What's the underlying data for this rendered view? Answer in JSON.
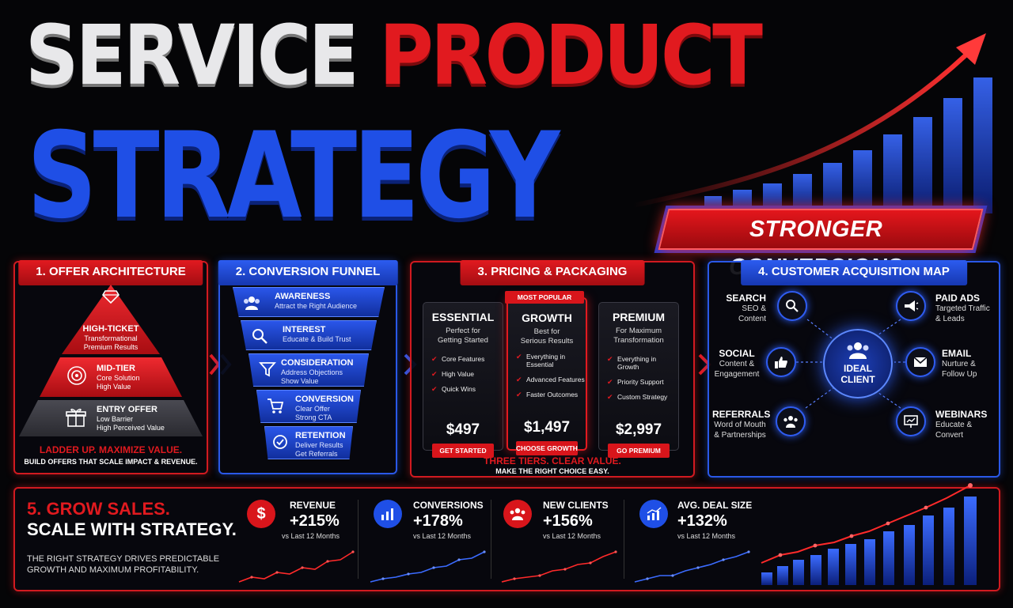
{
  "title": {
    "word1": "SERVICE",
    "word2": "PRODUCT",
    "word3": "STRATEGY"
  },
  "banner": "STRONGER CONVERSIONS",
  "colors": {
    "red": "#e11a1f",
    "blue": "#2a58e8",
    "background": "#050507"
  },
  "offer": {
    "title": "1. OFFER ARCHITECTURE",
    "tiers": [
      {
        "name": "HIGH-TICKET",
        "desc1": "Transformational",
        "desc2": "Premium Results",
        "icon": "diamond-icon"
      },
      {
        "name": "MID-TIER",
        "desc1": "Core Solution",
        "desc2": "High Value",
        "icon": "target-icon"
      },
      {
        "name": "ENTRY OFFER",
        "desc1": "Low Barrier",
        "desc2": "High Perceived Value",
        "icon": "gift-icon"
      }
    ],
    "tagline": "LADDER UP. MAXIMIZE VALUE.",
    "subline": "BUILD OFFERS THAT SCALE IMPACT & REVENUE."
  },
  "funnel": {
    "title": "2. CONVERSION FUNNEL",
    "steps": [
      {
        "name": "AWARENESS",
        "desc1": "Attract the Right Audience",
        "desc2": "",
        "icon": "people-icon"
      },
      {
        "name": "INTEREST",
        "desc1": "Educate & Build Trust",
        "desc2": "",
        "icon": "search-icon"
      },
      {
        "name": "CONSIDERATION",
        "desc1": "Address Objections",
        "desc2": "Show Value",
        "icon": "filter-icon"
      },
      {
        "name": "CONVERSION",
        "desc1": "Clear Offer",
        "desc2": "Strong CTA",
        "icon": "cart-icon"
      },
      {
        "name": "RETENTION",
        "desc1": "Deliver Results",
        "desc2": "Get Referrals",
        "icon": "check-circle-icon"
      }
    ]
  },
  "pricing": {
    "title": "3. PRICING & PACKAGING",
    "popular_tag": "MOST POPULAR",
    "tiers": [
      {
        "name": "ESSENTIAL",
        "sub1": "Perfect for",
        "sub2": "Getting Started",
        "features": [
          "Core Features",
          "High Value",
          "Quick Wins"
        ],
        "price": "$497",
        "cta": "GET STARTED"
      },
      {
        "name": "GROWTH",
        "sub1": "Best for",
        "sub2": "Serious Results",
        "features": [
          "Everything in Essential",
          "Advanced Features",
          "Faster Outcomes"
        ],
        "price": "$1,497",
        "cta": "CHOOSE GROWTH"
      },
      {
        "name": "PREMIUM",
        "sub1": "For Maximum",
        "sub2": "Transformation",
        "features": [
          "Everything in Growth",
          "Priority Support",
          "Custom Strategy"
        ],
        "price": "$2,997",
        "cta": "GO PREMIUM"
      }
    ],
    "tagline": "THREE TIERS. CLEAR VALUE.",
    "subline": "MAKE THE RIGHT CHOICE EASY."
  },
  "acquisition": {
    "title": "4. CUSTOMER ACQUISITION MAP",
    "hub1": "IDEAL",
    "hub2": "CLIENT",
    "channels": [
      {
        "name": "SEARCH",
        "d1": "SEO & Content",
        "d2": "",
        "icon": "magnifier-icon"
      },
      {
        "name": "SOCIAL",
        "d1": "Content &",
        "d2": "Engagement",
        "icon": "thumbs-up-icon"
      },
      {
        "name": "REFERRALS",
        "d1": "Word of Mouth",
        "d2": "& Partnerships",
        "icon": "group-icon"
      },
      {
        "name": "PAID ADS",
        "d1": "Targeted Traffic",
        "d2": "& Leads",
        "icon": "megaphone-icon"
      },
      {
        "name": "EMAIL",
        "d1": "Nurture &",
        "d2": "Follow Up",
        "icon": "envelope-icon"
      },
      {
        "name": "WEBINARS",
        "d1": "Educate &",
        "d2": "Convert",
        "icon": "presentation-icon"
      }
    ]
  },
  "growth": {
    "head1": "5. GROW SALES.",
    "head2": "SCALE WITH STRATEGY.",
    "body1": "THE RIGHT STRATEGY DRIVES PREDICTABLE",
    "body2": "GROWTH AND MAXIMUM PROFITABILITY.",
    "stats": [
      {
        "label": "REVENUE",
        "value": "+215%",
        "sub": "vs Last 12 Months",
        "icon": "dollar-icon"
      },
      {
        "label": "CONVERSIONS",
        "value": "+178%",
        "sub": "vs Last 12 Months",
        "icon": "bar-chart-icon"
      },
      {
        "label": "NEW CLIENTS",
        "value": "+156%",
        "sub": "vs Last 12 Months",
        "icon": "people-icon"
      },
      {
        "label": "AVG. DEAL SIZE",
        "value": "+132%",
        "sub": "vs Last 12 Months",
        "icon": "trend-icon"
      }
    ]
  }
}
